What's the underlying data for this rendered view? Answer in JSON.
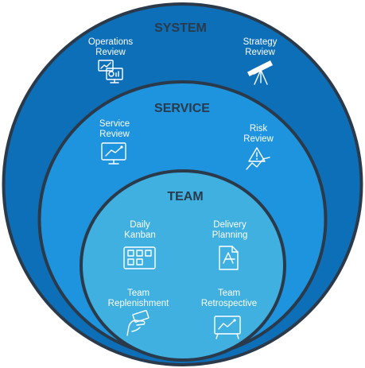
{
  "colors": {
    "system_fill": "#0d6fb8",
    "service_fill": "#1e94de",
    "team_fill": "#3fb0df",
    "ring_stroke": "#2b3a4a",
    "heading_text": "#2b3a4a",
    "label_text": "#ffffff"
  },
  "system": {
    "title": "SYSTEM",
    "items": [
      {
        "line1": "Operations",
        "line2": "Review",
        "icon": "monitors-chart-icon"
      },
      {
        "line1": "Strategy",
        "line2": "Review",
        "icon": "telescope-icon"
      }
    ]
  },
  "service": {
    "title": "SERVICE",
    "items": [
      {
        "line1": "Service",
        "line2": "Review",
        "icon": "monitor-line-chart-icon"
      },
      {
        "line1": "Risk",
        "line2": "Review",
        "icon": "warning-chart-icon"
      }
    ]
  },
  "team": {
    "title": "TEAM",
    "items": [
      {
        "line1": "Daily",
        "line2": "Kanban",
        "icon": "kanban-board-icon"
      },
      {
        "line1": "Delivery",
        "line2": "Planning",
        "icon": "planning-document-icon"
      },
      {
        "line1": "Team",
        "line2": "Replenishment",
        "icon": "hand-card-icon"
      },
      {
        "line1": "Team",
        "line2": "Retrospective",
        "icon": "presentation-board-icon"
      }
    ]
  }
}
